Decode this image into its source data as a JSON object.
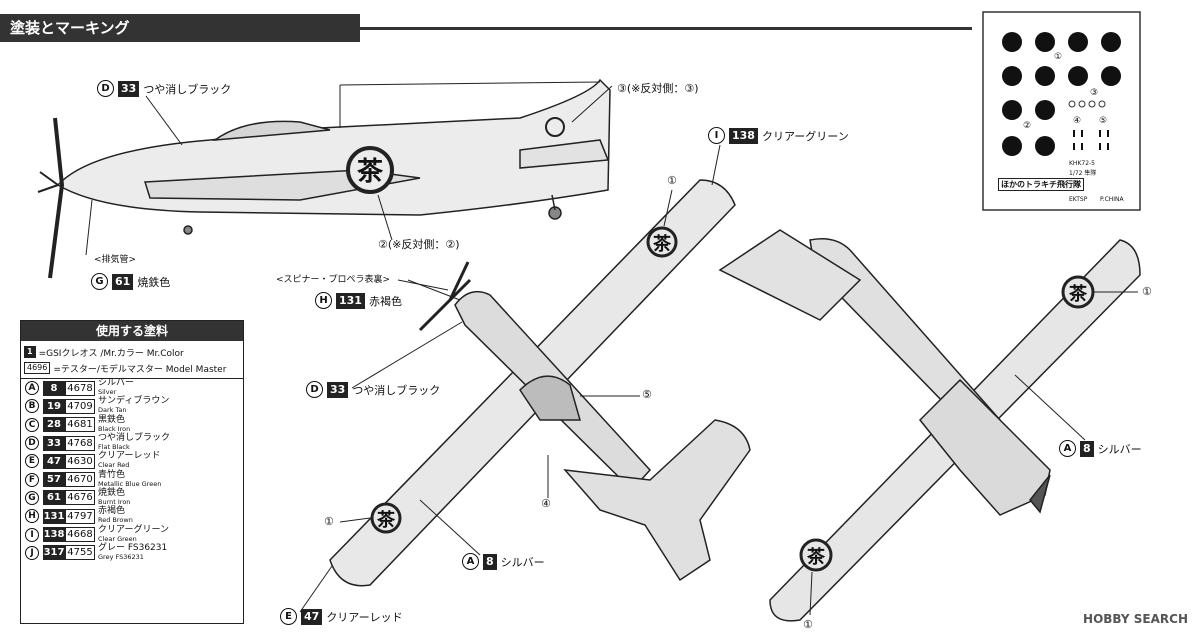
{
  "header": {
    "title": "塗装とマーキング"
  },
  "side_view": {
    "d_code": "D",
    "d_num": "33",
    "d_text": "つや消しブラック",
    "mark3": "③(※反対側：③)",
    "mark2": "②(※反対側：②)",
    "exhaust": "<排気管>",
    "g_code": "G",
    "g_num": "61",
    "g_text": "焼鉄色"
  },
  "top_view": {
    "i_code": "I",
    "i_num": "138",
    "i_text": "クリアーグリーン",
    "spinner": "<スピナー・プロペラ表裏>",
    "h_code": "H",
    "h_num": "131",
    "h_text": "赤褐色",
    "d_code": "D",
    "d_num": "33",
    "d_text": "つや消しブラック",
    "m1": "①",
    "m1b": "①",
    "m4": "④",
    "m5": "⑤",
    "a_code": "A",
    "a_num": "8",
    "a_text": "シルバー",
    "e_code": "E",
    "e_num": "47",
    "e_text": "クリアーレッド"
  },
  "bottom_view": {
    "m1": "①",
    "m1b": "①",
    "a_code": "A",
    "a_num": "8",
    "a_text": "シルバー"
  },
  "decal_sheet": {
    "mark1": "①",
    "mark2": "②",
    "mark3": "③",
    "mark4": "④",
    "mark5": "⑤",
    "code": "KHK72-5",
    "scale": "1/72 隼隊",
    "logo": "ほかのトラキチ飛行隊",
    "maker": "EKTSP",
    "origin": "P.CHINA"
  },
  "legend": {
    "title": "使用する塗料",
    "key1_box": "1",
    "key1_text": "=GSIクレオス /Mr.カラー Mr.Color",
    "key2_box": "4696",
    "key2_text": "=テスター/モデルマスター Model Master",
    "rows": [
      {
        "code": "A",
        "mr": "8",
        "mm": "4678",
        "jp": "シルバー",
        "en": "Silver"
      },
      {
        "code": "B",
        "mr": "19",
        "mm": "4709",
        "jp": "サンディブラウン",
        "en": "Dark Tan"
      },
      {
        "code": "C",
        "mr": "28",
        "mm": "4681",
        "jp": "黒鉄色",
        "en": "Black Iron"
      },
      {
        "code": "D",
        "mr": "33",
        "mm": "4768",
        "jp": "つや消しブラック",
        "en": "Flat Black"
      },
      {
        "code": "E",
        "mr": "47",
        "mm": "4630",
        "jp": "クリアーレッド",
        "en": "Clear Red"
      },
      {
        "code": "F",
        "mr": "57",
        "mm": "4670",
        "jp": "青竹色",
        "en": "Metallic Blue Green"
      },
      {
        "code": "G",
        "mr": "61",
        "mm": "4676",
        "jp": "焼鉄色",
        "en": "Burnt Iron"
      },
      {
        "code": "H",
        "mr": "131",
        "mm": "4797",
        "jp": "赤褐色",
        "en": "Red Brown"
      },
      {
        "code": "I",
        "mr": "138",
        "mm": "4668",
        "jp": "クリアーグリーン",
        "en": "Clear Green"
      },
      {
        "code": "J",
        "mr": "317",
        "mm": "4755",
        "jp": "グレー FS36231",
        "en": "Grey FS36231"
      }
    ]
  },
  "watermark": "HOBBY SEARCH"
}
